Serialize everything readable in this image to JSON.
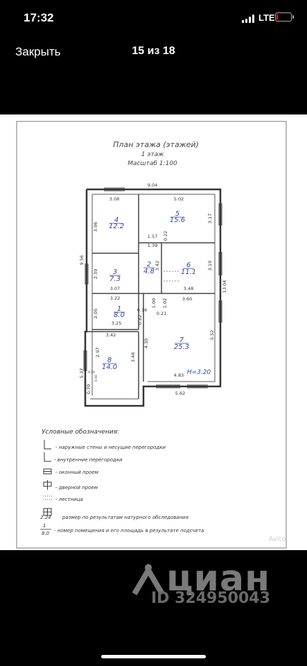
{
  "status": {
    "time": "17:32",
    "network": "LTE",
    "battery_level": 0.12,
    "battery_color": "#e02020"
  },
  "nav": {
    "close_label": "Закрыть",
    "counter": "15 из 18"
  },
  "plan": {
    "title": "План этажа (этажей)",
    "floor": "1 этаж",
    "scale": "Масштаб 1:100",
    "dimensions": {
      "top_total": "9.04",
      "left_total": "9.56",
      "right_total": "13.04",
      "d_308": "3.08",
      "d_502": "5.02",
      "d_396": "3.96",
      "d_317": "3.17",
      "d_157": "1.57",
      "d_022": "0.22",
      "d_139": "1.39",
      "d_342a": "3.42",
      "d_319": "3.19",
      "d_239": "2.39",
      "d_307": "3.07",
      "d_348": "3.48",
      "d_322": "3.22",
      "d_100": "1.00",
      "d_102": "1.02",
      "d_360": "3.60",
      "d_205": "2.05",
      "d_016": "0.16",
      "d_021": "0.21",
      "d_082": "0.82",
      "d_325": "3.25",
      "d_342b": "3.42",
      "d_430": "4.30",
      "d_552": "5.52",
      "d_297": "2.97",
      "d_348b": "3.48",
      "d_537": "5.37",
      "d_050a": "0.50",
      "d_050b": "0.50",
      "d_070": "0.70",
      "d_483": "4.83",
      "d_562": "5.62",
      "height": "H=3.20"
    },
    "rooms": [
      {
        "num": "4",
        "area": "12.2"
      },
      {
        "num": "5",
        "area": "15.6"
      },
      {
        "num": "3",
        "area": "7.3"
      },
      {
        "num": "2",
        "area": "4.8"
      },
      {
        "num": "6",
        "area": "11.1"
      },
      {
        "num": "1",
        "area": "8.0"
      },
      {
        "num": "7",
        "area": "25.3"
      },
      {
        "num": "8",
        "area": "14.0"
      }
    ],
    "legend": {
      "title": "Условные обозначения:",
      "items": [
        "- наружные стены и несущие перегородки",
        "- внутренние перегородки",
        "- оконный проем",
        "- дверной проем",
        "- лестница",
        "размер по результатам натурного обследования",
        "- номер помещения и его площадь в результате подсчета"
      ],
      "sample_size": "2.24",
      "sample_room_num": "1",
      "sample_room_area": "8.0"
    },
    "avito": "Avito"
  },
  "watermark": {
    "brand": "циан",
    "id": "ID 324950043"
  }
}
